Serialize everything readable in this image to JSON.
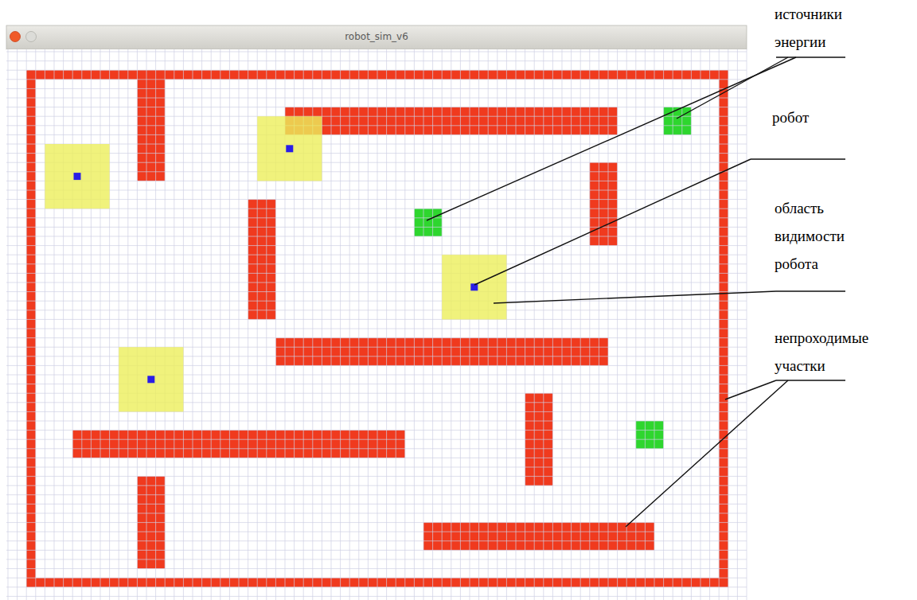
{
  "diagram": {
    "labels": [
      "robot_sim_v6",
      "источники энергии",
      "робот",
      "область видимости робота",
      "непроходимые участки"
    ]
  }
}
